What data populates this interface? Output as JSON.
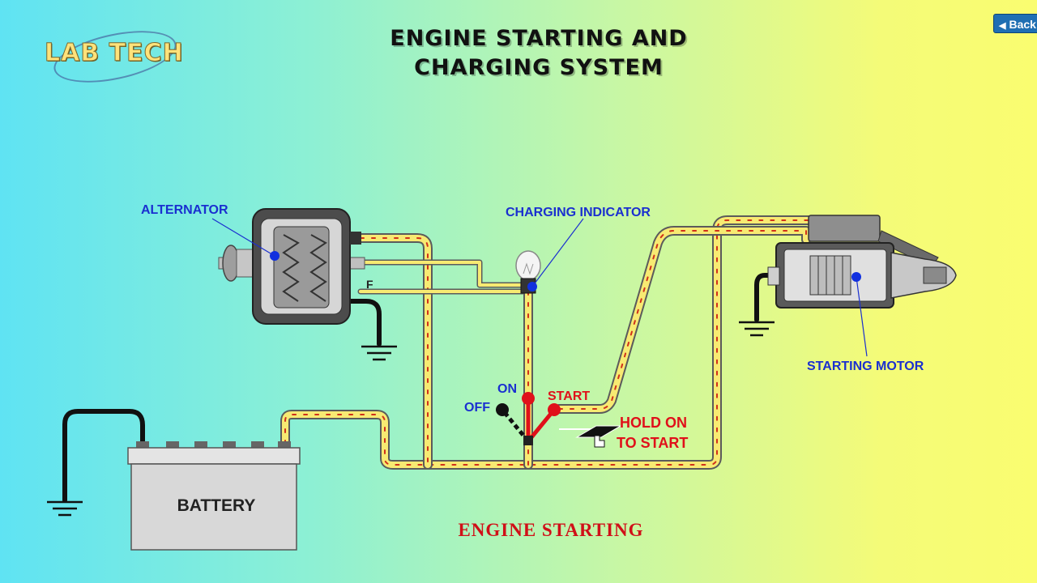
{
  "logo": {
    "text": "LAB TECH"
  },
  "title": {
    "line1": "ENGINE STARTING AND",
    "line2": "CHARGING SYSTEM"
  },
  "back_button": {
    "label": "Back"
  },
  "labels": {
    "alternator": "ALTERNATOR",
    "charging_indicator": "CHARGING INDICATOR",
    "starting_motor": "STARTING MOTOR",
    "battery": "BATTERY",
    "field_terminal": "F",
    "switch_on": "ON",
    "switch_off": "OFF",
    "switch_start": "START",
    "hold_line1": "HOLD ON",
    "hold_line2": "TO START"
  },
  "caption": "ENGINE STARTING",
  "colors": {
    "wire_fill": "#f7ea72",
    "wire_border": "#5b5b5b",
    "flow_arrow": "#d0301a",
    "label_blue": "#1a2fd0",
    "label_red": "#e0101a",
    "marker_blue": "#1030e0"
  }
}
